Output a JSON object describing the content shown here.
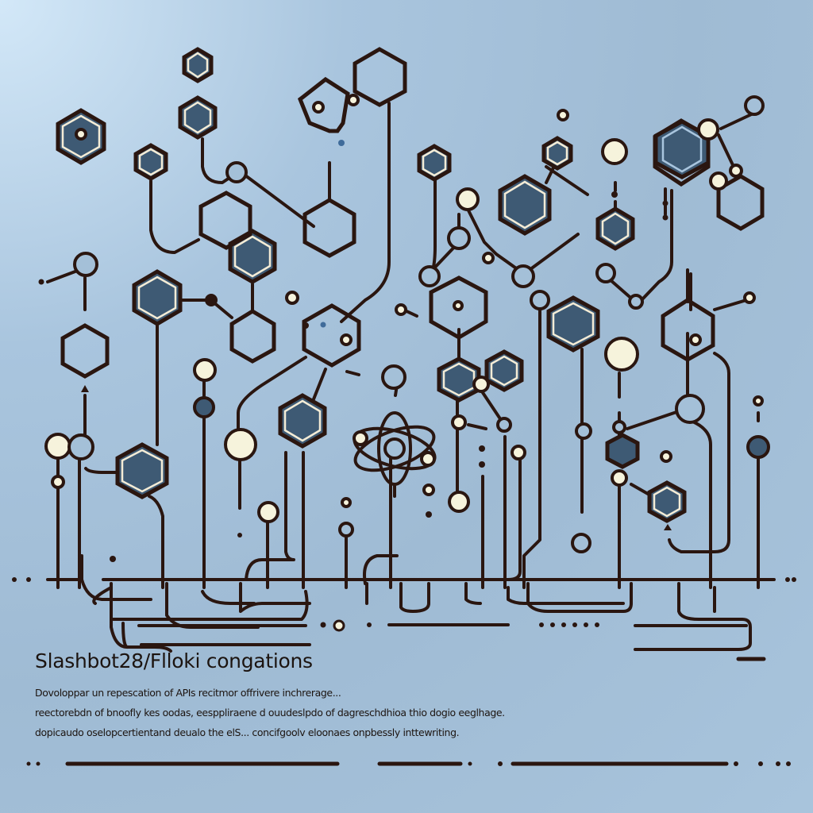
{
  "caption": {
    "title": "Slashbot28/Flloki congations",
    "lines": [
      "Dovoloppar un repescation of APIs recitmor offrivere inchrerage...",
      "reectorebdn of bnoofly kes oodas, eesppliraene d ouudeslpdo of dagreschdhioa thio dogio eeglhage.",
      "dopicaudo oselopcertientand deualo the elS... concifgoolv eloonaes onpbessly inttewriting."
    ]
  },
  "illustration": {
    "subject": "molecular network diagram",
    "center_icon": "atom-icon",
    "colors": {
      "background_light": "#d3e8f8",
      "background_mid": "#9fbbd4",
      "line": "#2a1610",
      "hex_fill": "#3e5a74",
      "node_light": "#f6f3dc"
    }
  }
}
